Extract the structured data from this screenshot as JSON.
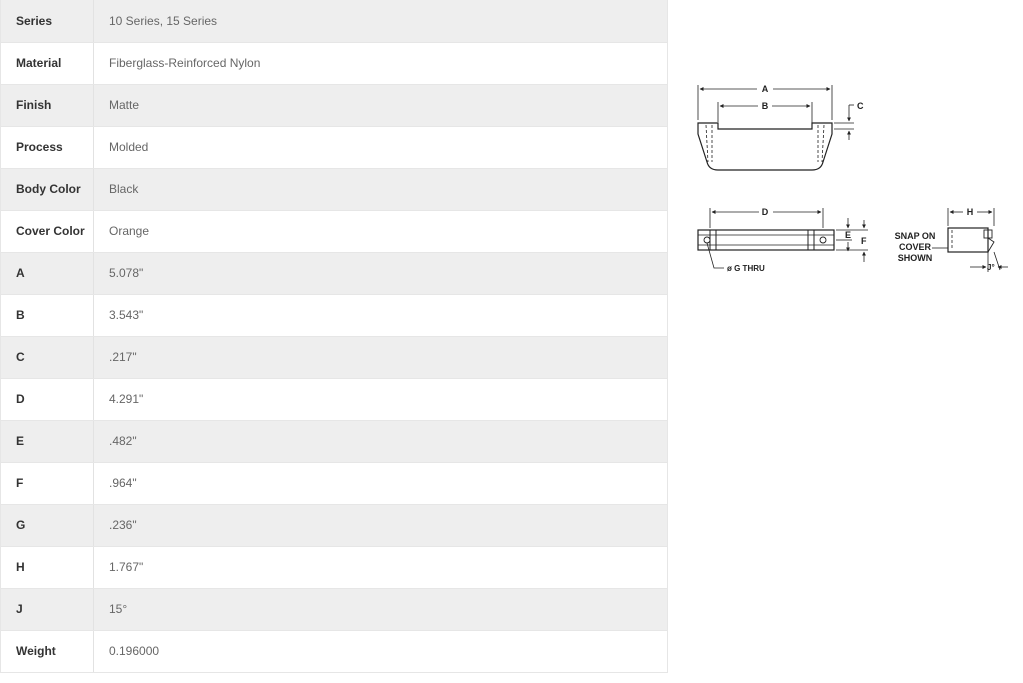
{
  "specs": [
    {
      "label": "Series",
      "value": "10 Series, 15 Series"
    },
    {
      "label": "Material",
      "value": "Fiberglass-Reinforced Nylon"
    },
    {
      "label": "Finish",
      "value": "Matte"
    },
    {
      "label": "Process",
      "value": "Molded"
    },
    {
      "label": "Body Color",
      "value": "Black"
    },
    {
      "label": "Cover Color",
      "value": "Orange"
    },
    {
      "label": "A",
      "value": "5.078\""
    },
    {
      "label": "B",
      "value": "3.543\""
    },
    {
      "label": "C",
      "value": ".217\""
    },
    {
      "label": "D",
      "value": "4.291\""
    },
    {
      "label": "E",
      "value": ".482\""
    },
    {
      "label": "F",
      "value": ".964\""
    },
    {
      "label": "G",
      "value": ".236\""
    },
    {
      "label": "H",
      "value": "1.767\""
    },
    {
      "label": "J",
      "value": "15°"
    },
    {
      "label": "Weight",
      "value": "0.196000"
    }
  ],
  "drawing": {
    "labels": {
      "a": "A",
      "b": "B",
      "c": "C",
      "d": "D",
      "e": "E",
      "f": "F",
      "h": "H",
      "j": "J°",
      "g_thru": "ø G THRU",
      "snap1": "SNAP ON",
      "snap2": "COVER",
      "snap3": "SHOWN"
    }
  }
}
